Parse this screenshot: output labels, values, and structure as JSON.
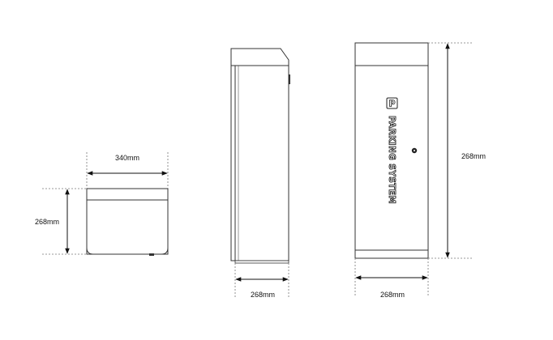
{
  "dimensions": {
    "top_width": "340mm",
    "top_height": "268mm",
    "side_depth": "268mm",
    "front_height": "268mm",
    "front_width": "268mm"
  },
  "brand": {
    "logo_letter": "P",
    "text": "PARKING SYSTEM"
  },
  "colors": {
    "outline": "#333333",
    "dim_line": "#111111",
    "dotted": "#777777"
  }
}
